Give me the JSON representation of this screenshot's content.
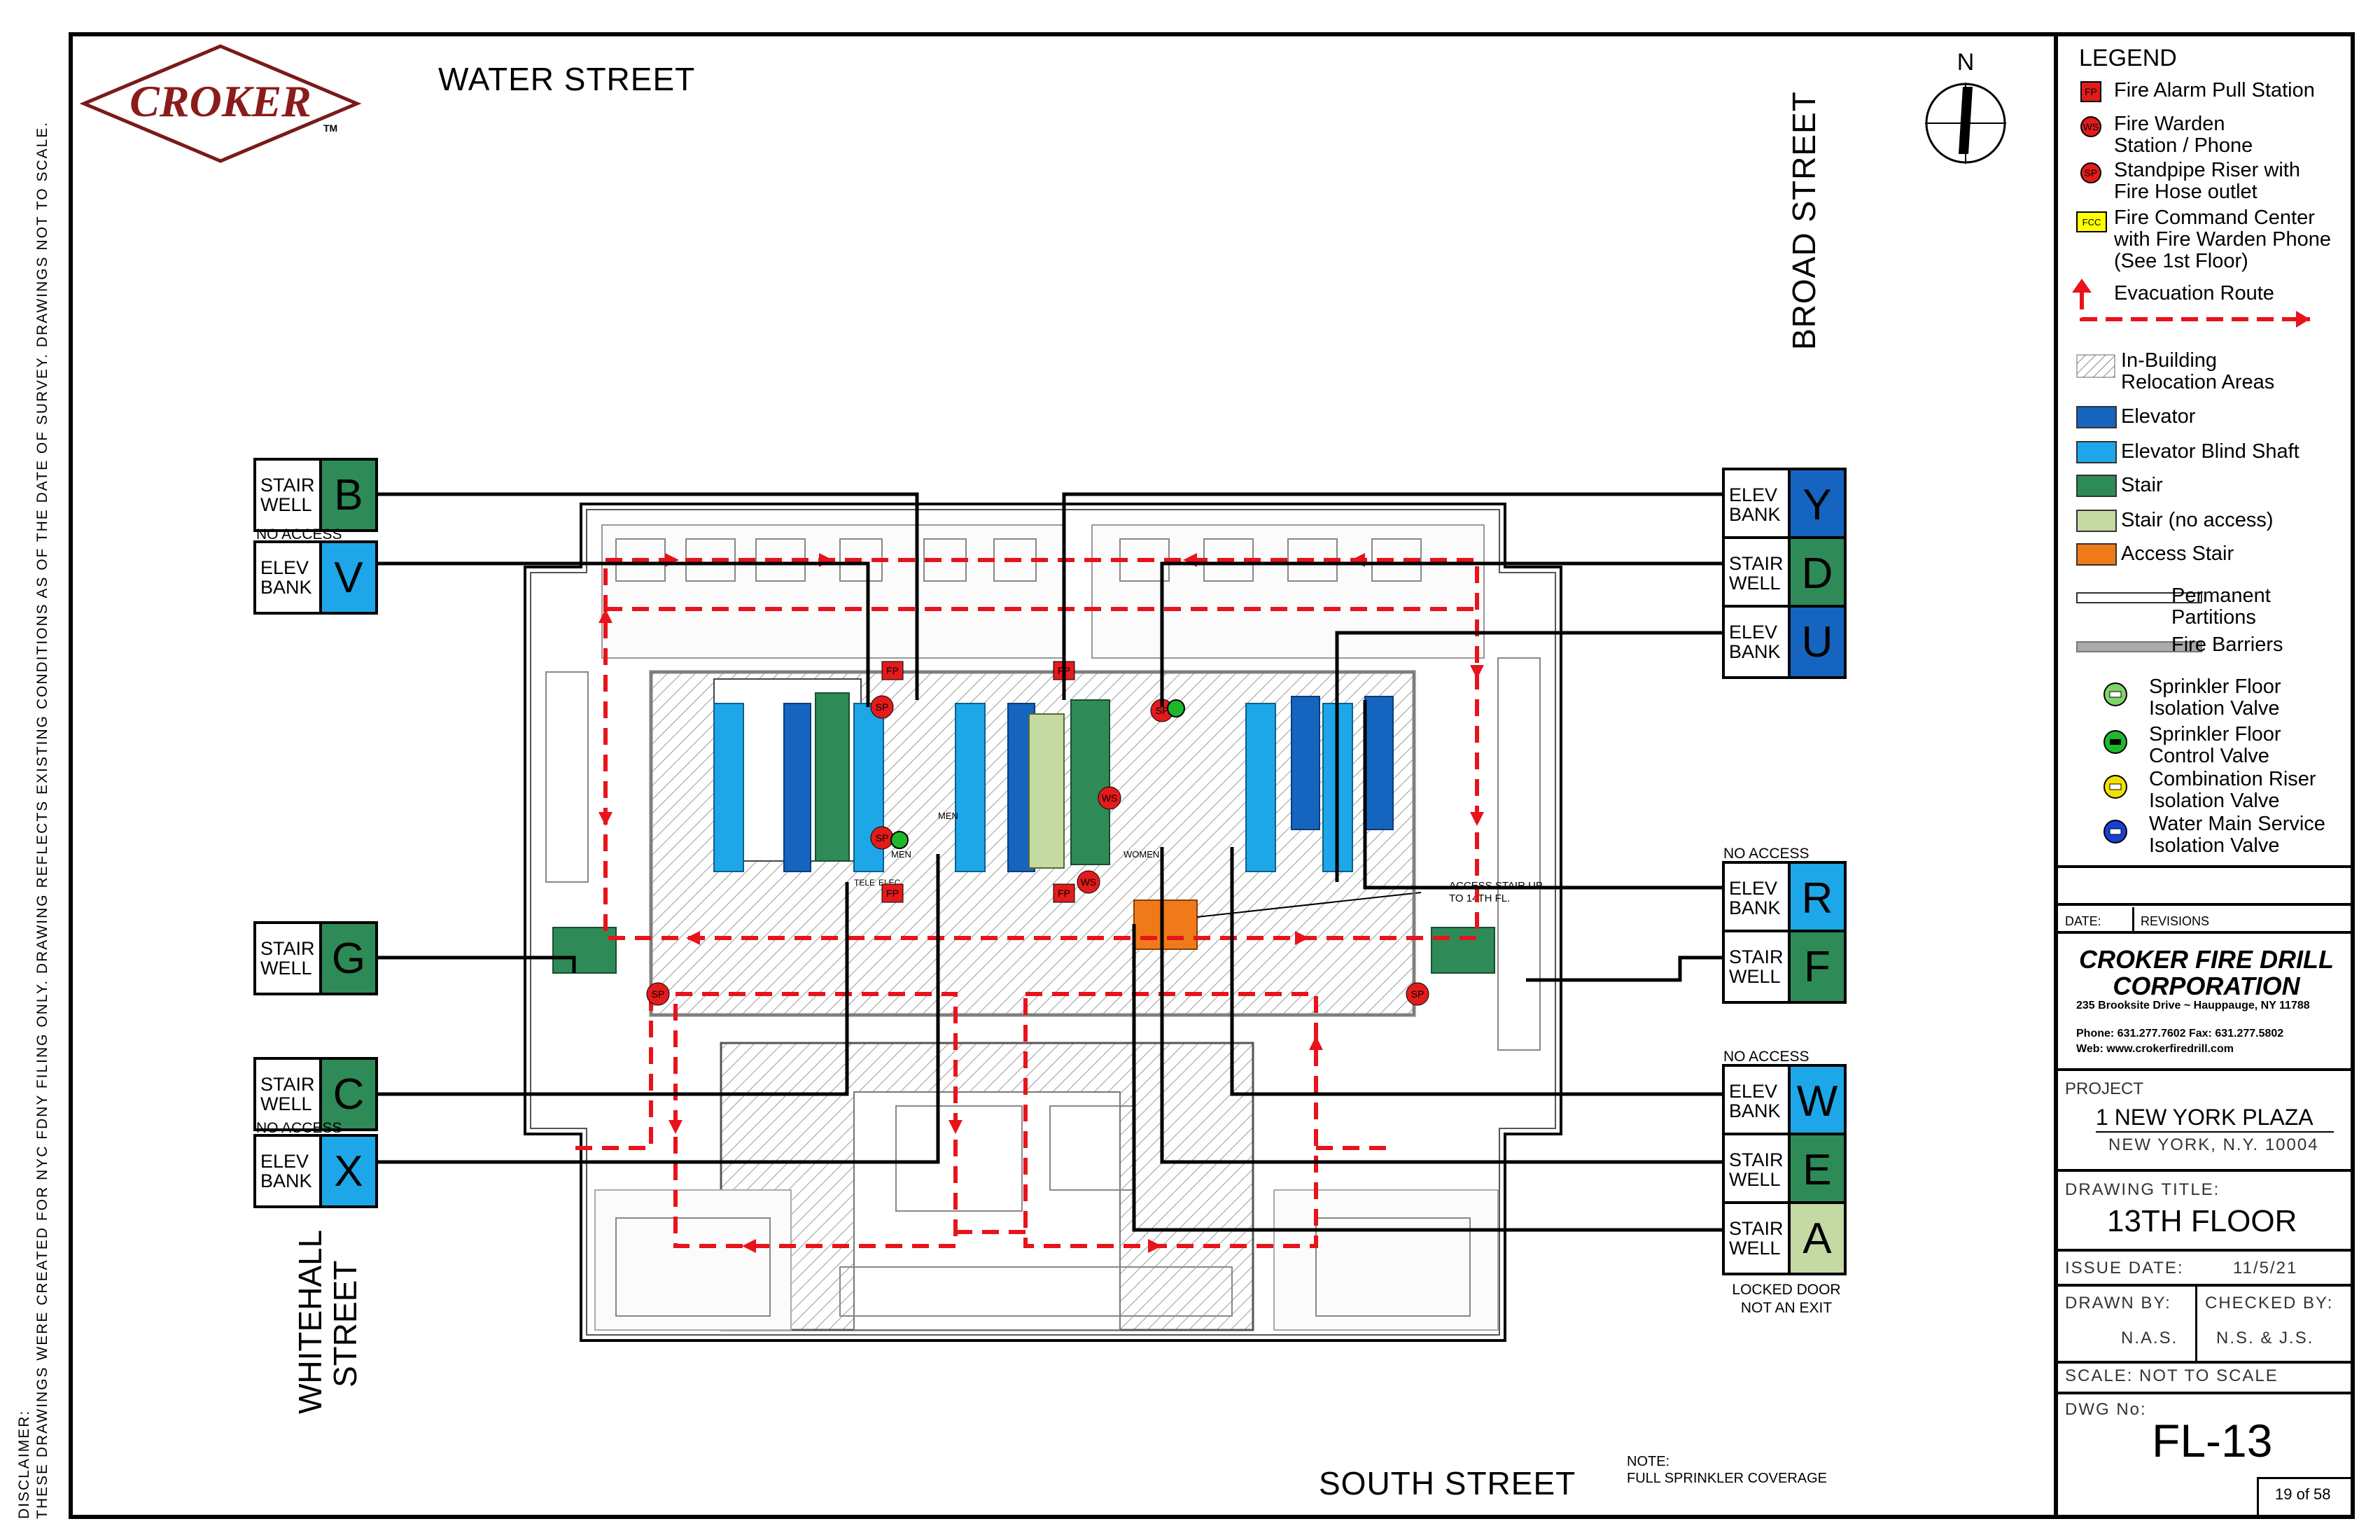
{
  "company": {
    "logo_text": "CROKER",
    "tm": "TM"
  },
  "streets": {
    "north": "WATER STREET",
    "east": "BROAD STREET",
    "south": "SOUTH STREET",
    "west_line1": "WHITEHALL",
    "west_line2": "STREET"
  },
  "compass_label": "N",
  "disclaimer": {
    "line1": "DISCLAIMER:",
    "line2": "THESE DRAWINGS WERE CREATED FOR NYC FDNY FILING ONLY. DRAWING REFLECTS EXISTING CONDITIONS AS OF THE DATE OF SURVEY. DRAWINGS NOT TO SCALE."
  },
  "tags_left": [
    {
      "line1": "STAIR",
      "line2": "WELL",
      "letter": "B",
      "note": "NO ACCESS"
    },
    {
      "line1": "ELEV",
      "line2": "BANK",
      "letter": "V"
    },
    {
      "line1": "STAIR",
      "line2": "WELL",
      "letter": "G"
    },
    {
      "line1": "STAIR",
      "line2": "WELL",
      "letter": "C",
      "note": "NO ACCESS"
    },
    {
      "line1": "ELEV",
      "line2": "BANK",
      "letter": "X"
    }
  ],
  "tags_right": [
    {
      "line1": "ELEV",
      "line2": "BANK",
      "letter": "Y"
    },
    {
      "line1": "STAIR",
      "line2": "WELL",
      "letter": "D"
    },
    {
      "line1": "ELEV",
      "line2": "BANK",
      "letter": "U"
    },
    {
      "line1": "ELEV",
      "line2": "BANK",
      "letter": "R",
      "note": "NO ACCESS"
    },
    {
      "line1": "STAIR",
      "line2": "WELL",
      "letter": "F"
    },
    {
      "line1": "ELEV",
      "line2": "BANK",
      "letter": "W",
      "note": "NO ACCESS"
    },
    {
      "line1": "STAIR",
      "line2": "WELL",
      "letter": "E"
    },
    {
      "line1": "STAIR",
      "line2": "WELL",
      "letter": "A",
      "note1": "LOCKED DOOR",
      "note2": "NOT AN EXIT"
    }
  ],
  "plan_labels": {
    "access_stair_1": "ACCESS STAIR UP",
    "access_stair_2": "TO 14TH FL.",
    "fp": "FP",
    "sp": "SP",
    "ws": "WS",
    "men": "MEN",
    "women": "WOMEN",
    "tele": "TELE",
    "elec": "ELEC"
  },
  "note": {
    "line1": "NOTE:",
    "line2": "FULL SPRINKLER COVERAGE"
  },
  "legend": {
    "title": "LEGEND",
    "items": [
      {
        "label1": "Fire Alarm Pull Station",
        "icon": "pull-station-icon",
        "glyph": "FP"
      },
      {
        "label1": "Fire Warden",
        "label2": "Station / Phone",
        "icon": "warden-station-icon",
        "glyph": "WS"
      },
      {
        "label1": "Standpipe Riser with",
        "label2": "Fire Hose outlet",
        "icon": "standpipe-icon",
        "glyph": "SP"
      },
      {
        "label1": "Fire Command Center",
        "label2": "with Fire Warden Phone",
        "label3": "(See 1st Floor)",
        "icon": "fcc-icon",
        "glyph": "FCC"
      },
      {
        "label1": "Evacuation  Route",
        "icon": "evacuation-route-icon"
      },
      {
        "label1": "In-Building",
        "label2": "Relocation Areas"
      },
      {
        "label1": "Elevator"
      },
      {
        "label1": "Elevator Blind Shaft"
      },
      {
        "label1": "Stair"
      },
      {
        "label1": "Stair (no access)"
      },
      {
        "label1": "Access Stair"
      },
      {
        "label1": "Permanent",
        "label2": "Partitions"
      },
      {
        "label1": "Fire Barriers"
      },
      {
        "label1": "Sprinkler Floor",
        "label2": "Isolation Valve"
      },
      {
        "label1": "Sprinkler Floor",
        "label2": "Control Valve"
      },
      {
        "label1": "Combination Riser",
        "label2": "Isolation Valve"
      },
      {
        "label1": "Water Main Service",
        "label2": "Isolation Valve"
      }
    ]
  },
  "colors": {
    "elevator": "#1565c0",
    "blind_shaft": "#1ea7e8",
    "stair": "#2e8b57",
    "stair_no_access": "#c5d9a3",
    "access_stair": "#f07a1a",
    "route": "#e8131b",
    "fcc": "#ffff00"
  },
  "title_block": {
    "date_label": "DATE:",
    "revisions_label": "REVISIONS",
    "company_line1": "CROKER FIRE DRILL",
    "company_line2": "CORPORATION",
    "address": "235 Brooksite Drive ~ Hauppauge, NY 11788",
    "phone": "Phone: 631.277.7602  Fax: 631.277.5802",
    "web": "Web: www.crokerfiredrill.com",
    "project_label": "PROJECT",
    "project_name": "1 NEW YORK PLAZA",
    "project_city": "NEW YORK, N.Y. 10004",
    "drawing_title_label": "DRAWING TITLE:",
    "drawing_title": "13TH FLOOR",
    "issue_date_label": "ISSUE DATE:",
    "issue_date": "11/5/21",
    "drawn_by_label": "DRAWN BY:",
    "drawn_by": "N.A.S.",
    "checked_by_label": "CHECKED BY:",
    "checked_by": "N.S. & J.S.",
    "scale": "SCALE: NOT TO SCALE",
    "dwg_label": "DWG No:",
    "dwg_no": "FL-13",
    "sheet": "19 of 58"
  }
}
